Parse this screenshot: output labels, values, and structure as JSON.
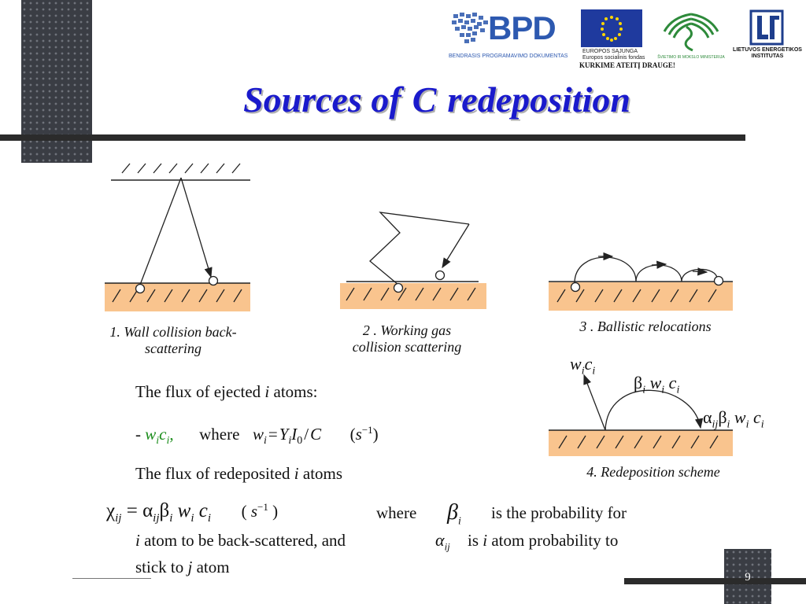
{
  "slide": {
    "title_part1": "Sources of",
    "title_part2": "C",
    "title_part3": "redeposition",
    "page_number": "9"
  },
  "logos": {
    "bpd_mark": "BPD",
    "bpd_caption": "BENDRASIS PROGRAMAVIMO DOKUMENTAS",
    "eu_line1": "EUROPOS SĄJUNGA",
    "eu_line2": "Europos socialinis fondas",
    "eu_slogan": "KURKIME ATEITĮ DRAUGE!",
    "ministry": "ŠVIETIMO IR MOKSLO MINISTERIJA",
    "lei_line1": "LIETUVOS ENERGETIKOS",
    "lei_line2": "INSTITUTAS"
  },
  "captions": {
    "c1_line1": "1. Wall collision back-",
    "c1_line2": "scattering",
    "c2_line1": "2 . Working gas",
    "c2_line2": "collision scattering",
    "c3": "3 . Ballistic relocations",
    "c4": "4. Redeposition scheme"
  },
  "scheme_labels": {
    "w": "w",
    "c": "c",
    "sub_i": "i",
    "sub_ij": "ij",
    "beta": "β",
    "alpha": "α"
  },
  "body": {
    "flux_ejected_pre": "The flux of ejected ",
    "flux_ejected_i": "i",
    "flux_ejected_post": " atoms:",
    "dash": "- ",
    "wici_comma": ",",
    "where": "where",
    "formula_w": "w",
    "formula_eq": "=",
    "formula_Y": "Y",
    "formula_I": "I",
    "formula_zero": "0",
    "formula_slash": "/",
    "formula_C": "C",
    "unit_s": "s",
    "unit_exp": "−1",
    "flux_redep_pre": "The flux of redeposited ",
    "flux_redep_i": "i",
    "flux_redep_post": " atoms",
    "chi": "χ",
    "eq_dash": "=",
    "where2": "where",
    "prob_text": "is the probability for",
    "line2_i": "i",
    "line2_text": " atom to be back-scattered, and",
    "line2_is": "is ",
    "line2_i2": "i",
    "line2_tail": " atom probability to",
    "line3_pre": "stick to ",
    "line3_j": "j",
    "line3_post": " atom"
  }
}
